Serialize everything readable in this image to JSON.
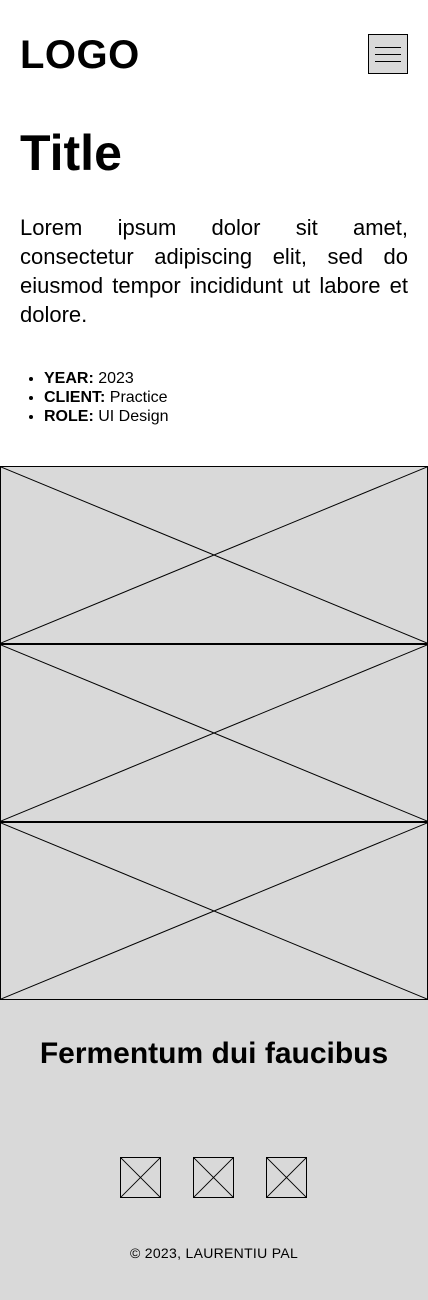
{
  "header": {
    "logo": "LOGO",
    "menu_icon": "hamburger-menu-icon"
  },
  "main": {
    "title": "Title",
    "description": "Lorem ipsum dolor sit amet, consectetur adipiscing elit, sed do eiusmod tempor incididunt ut labore et dolore.",
    "details": [
      {
        "label": "YEAR:",
        "value": "2023"
      },
      {
        "label": "CLIENT:",
        "value": "Practice"
      },
      {
        "label": "ROLE:",
        "value": "UI Design"
      }
    ],
    "images": [
      "image-placeholder",
      "image-placeholder",
      "image-placeholder"
    ]
  },
  "footer": {
    "title": "Fermentum dui faucibus",
    "social_icons": [
      "social-icon-placeholder",
      "social-icon-placeholder",
      "social-icon-placeholder"
    ],
    "copyright": "© 2023, LAURENTIU PAL"
  },
  "colors": {
    "placeholder_fill": "#d9d9d9",
    "text": "#000000",
    "background": "#ffffff"
  }
}
